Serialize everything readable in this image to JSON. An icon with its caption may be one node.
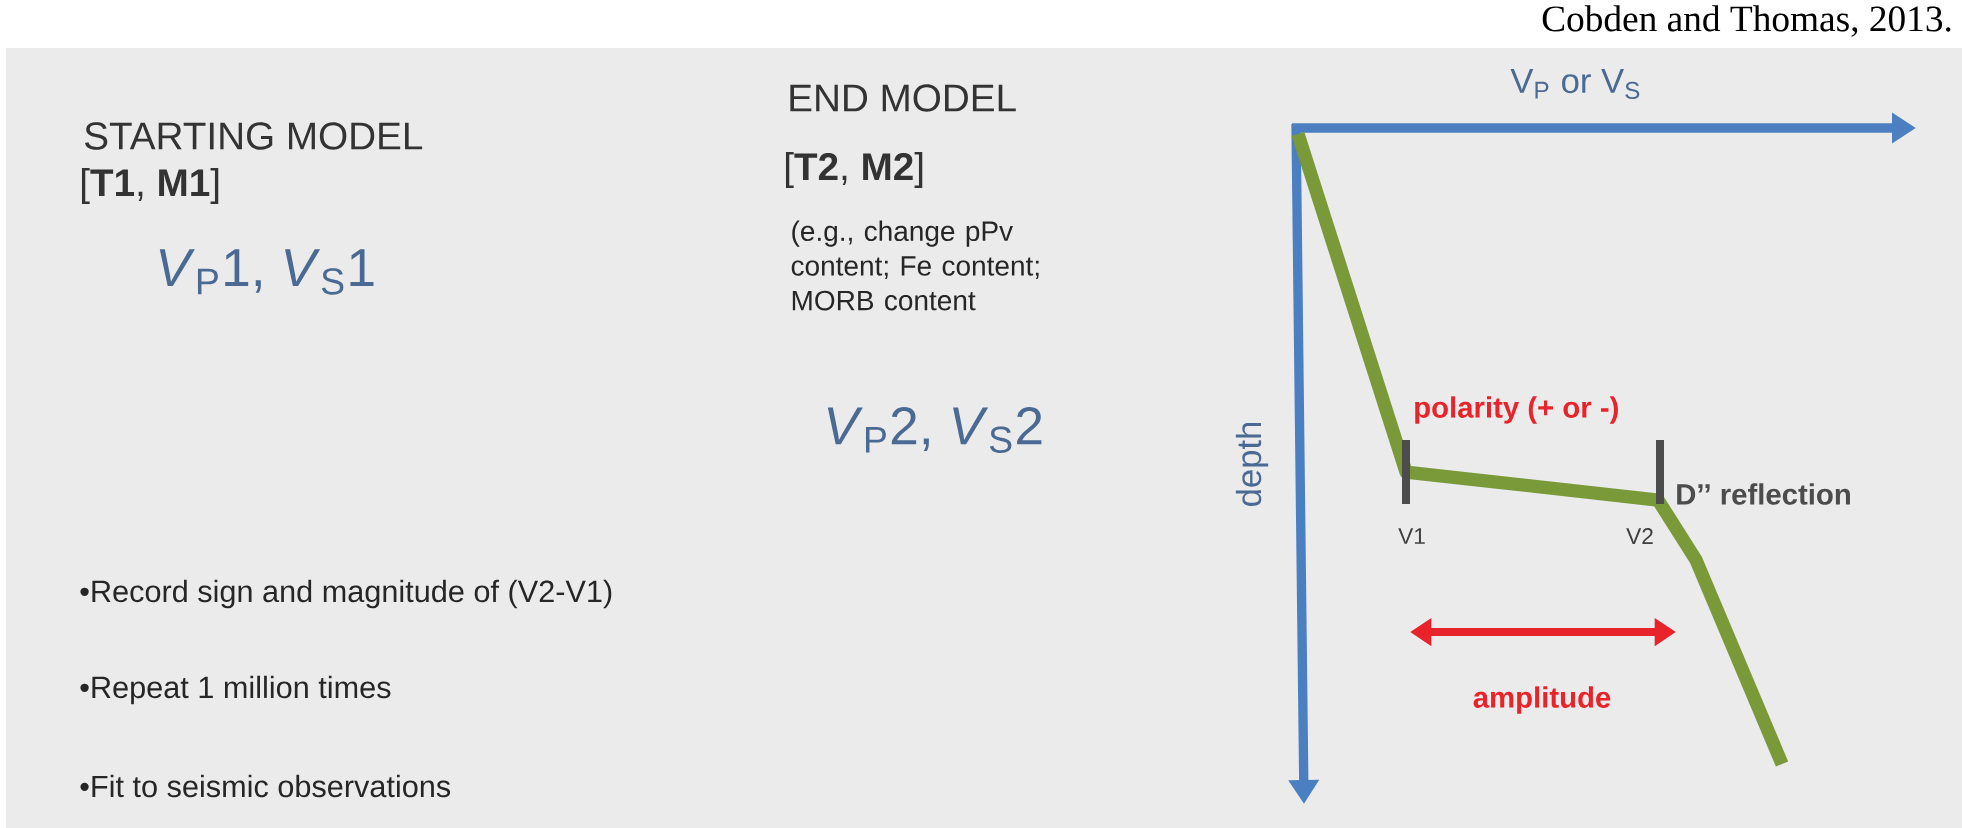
{
  "diagram": {
    "labels": [
      "Cobden and Thomas, 2013.",
      "STARTING MODEL",
      "[**T1**, **M1**]",
      "*V*$_{P}$1, *V*$_{S}$1",
      "END MODEL",
      "[**T2**, **M2**]",
      "(e.g., change pPv content; Fe content; MORB content",
      "*V*$_{P}$2, *V*$_{S}$2",
      "V$_{P}$ or V$_{S}$",
      "depth",
      "polarity (+ or -)",
      "V1",
      "V2",
      "D’’ reflection",
      "amplitude",
      "•Record sign and magnitude of (V2-V1)",
      "•Repeat 1 million times",
      "•Fit to seismic observations"
    ]
  }
}
